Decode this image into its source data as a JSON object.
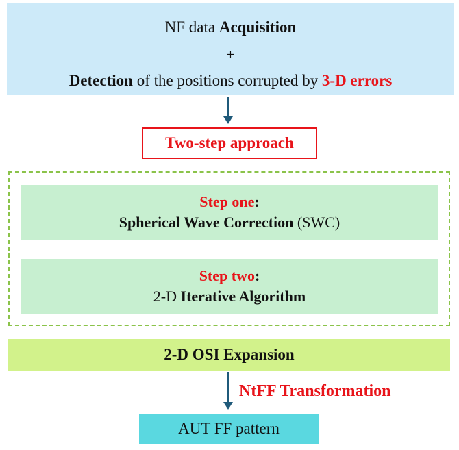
{
  "acquisition": {
    "line1_prefix": "NF data ",
    "line1_bold": "Acquisition",
    "line2": "+",
    "line3_bold": "Detection",
    "line3_middle": " of the positions corrupted by ",
    "line3_red": "3-D errors"
  },
  "approach": {
    "label": "Two-step approach"
  },
  "steps": [
    {
      "title": "Step one",
      "colon": ":",
      "desc_bold": "Spherical Wave Correction",
      "desc_normal": " (SWC)",
      "desc_prefix": ""
    },
    {
      "title": "Step two",
      "colon": ":",
      "desc_prefix": "2-D ",
      "desc_bold": "Iterative Algorithm",
      "desc_normal": ""
    }
  ],
  "expansion": {
    "label": "2-D OSI Expansion"
  },
  "transformation": {
    "label": "NtFF Transformation"
  },
  "output": {
    "label": "AUT FF pattern"
  },
  "colors": {
    "acquisition_fill": "#cdeaf9",
    "approach_border": "#e8141a",
    "dashed_border": "#8bc34a",
    "step_fill": "#c7efd0",
    "expansion_fill": "#d2f28b",
    "output_fill": "#5ad8e0",
    "highlight_text": "#e8141a",
    "arrow": "#1f5a7a"
  }
}
